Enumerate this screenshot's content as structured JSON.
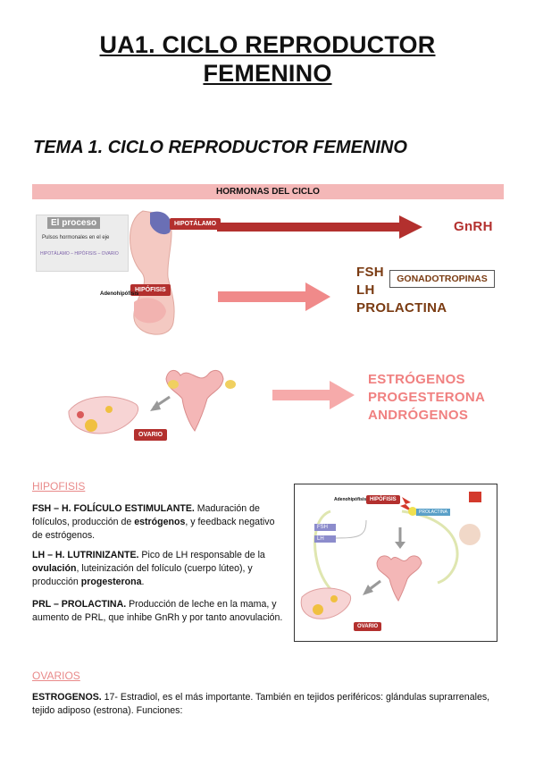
{
  "doc": {
    "title_line1": "UA1. CICLO REPRODUCTOR",
    "title_line2": "FEMENINO",
    "subtitle": "TEMA 1. CICLO REPRODUCTOR FEMENINO",
    "band": "HORMONAS DEL CICLO"
  },
  "diagram": {
    "card_title": "El proceso",
    "card_line1": "Pulsos hormonales en el eje",
    "card_line2": "HIPOTÁLAMO – HIPÓFISIS – OVARIO",
    "hipotalamo": "HIPOTÁLAMO",
    "hipofisis": "HIPÓFISIS",
    "adenohipofisis": "Adenohipófisis",
    "gnrh": "GnRH",
    "fsh": "FSH",
    "lh": "LH",
    "prolactina": "PROLACTINA",
    "gonadotropinas": "GONADOTROPINAS",
    "ovario": "OVARIO",
    "estrogenos": "ESTRÓGENOS",
    "progesterona": "PROGESTERONA",
    "androgenos": "ANDRÓGENOS",
    "colors": {
      "dark_red": "#b3302e",
      "light_red": "#f08a8a",
      "band": "#f4b8b8",
      "brown": "#7a3b12"
    }
  },
  "hipofisis_section": {
    "heading": "HIPOFISIS",
    "fsh_bold": "FSH – H. FOLÍCULO ESTIMULANTE.",
    "fsh_t1": " Maduración de folículos, producción de ",
    "fsh_b1": "estrógenos",
    "fsh_t2": ", y feedback negativo de estrógenos.",
    "lh_bold": "LH – H. LUTRINIZANTE.",
    "lh_t1": " Pico de LH responsable de la ",
    "lh_b1": "ovulación",
    "lh_t2": ", luteinización del folículo (cuerpo lúteo), y producción ",
    "lh_b2": "progesterona",
    "lh_t3": ".",
    "prl_bold": "PRL – PROLACTINA.",
    "prl_t1": " Producción de leche en la mama, y aumento de PRL, que inhibe GnRh y por tanto anovulación."
  },
  "figure2": {
    "adenohipofisis": "Adenohipófisis",
    "hipofisis": "HIPÓFISIS",
    "prolactina": "PROLACTINA",
    "fsh": "FSH",
    "lh": "LH",
    "ovario": "OVARIO"
  },
  "ovarios_section": {
    "heading": "OVARIOS",
    "est_bold": "ESTROGENOS.",
    "est_t1": " 17- Estradiol, es el más importante. También en tejidos periféricos: glándulas suprarrenales, tejido adiposo (estrona). Funciones:"
  }
}
